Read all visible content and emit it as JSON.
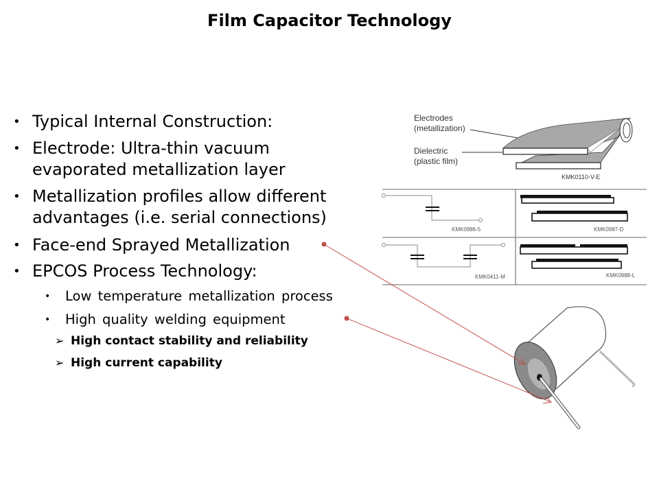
{
  "slide": {
    "title": "Film Capacitor Technology",
    "bullets": [
      {
        "text": "Typical Internal Construction:"
      },
      {
        "line1": "Electrode: Ultra-thin vacuum",
        "line2": "evaporated metallization layer"
      },
      {
        "line1": "Metallization profiles allow different",
        "line2": "advantages (i.e. serial connections)"
      },
      {
        "text": "Face-end Sprayed Metallization"
      },
      {
        "text": "EPCOS Process Technology:"
      }
    ],
    "sub_bullets": [
      "Low temperature metallization process",
      "High quality welding equipment"
    ],
    "arrow_points": [
      "High contact stability and reliability",
      "High current capability"
    ],
    "bullet_glyph": "•",
    "arrow_glyph": "➢"
  },
  "figures": {
    "construction": {
      "label_electrodes_1": "Electrodes",
      "label_electrodes_2": "(metallization)",
      "label_dielectric_1": "Dielectric",
      "label_dielectric_2": "(plastic film)",
      "code": "KMK0110-V-E"
    },
    "profiles": {
      "single_circuit_code": "KMK0986-5",
      "single_profile_code": "KMK0987-D",
      "serial_circuit_code": "KMK0411-M",
      "serial_profile_code": "KMK0988-L"
    }
  },
  "colors": {
    "callout": "#c0504d",
    "electrode_gray": "#a8a8a8",
    "grid_line": "#999999"
  }
}
